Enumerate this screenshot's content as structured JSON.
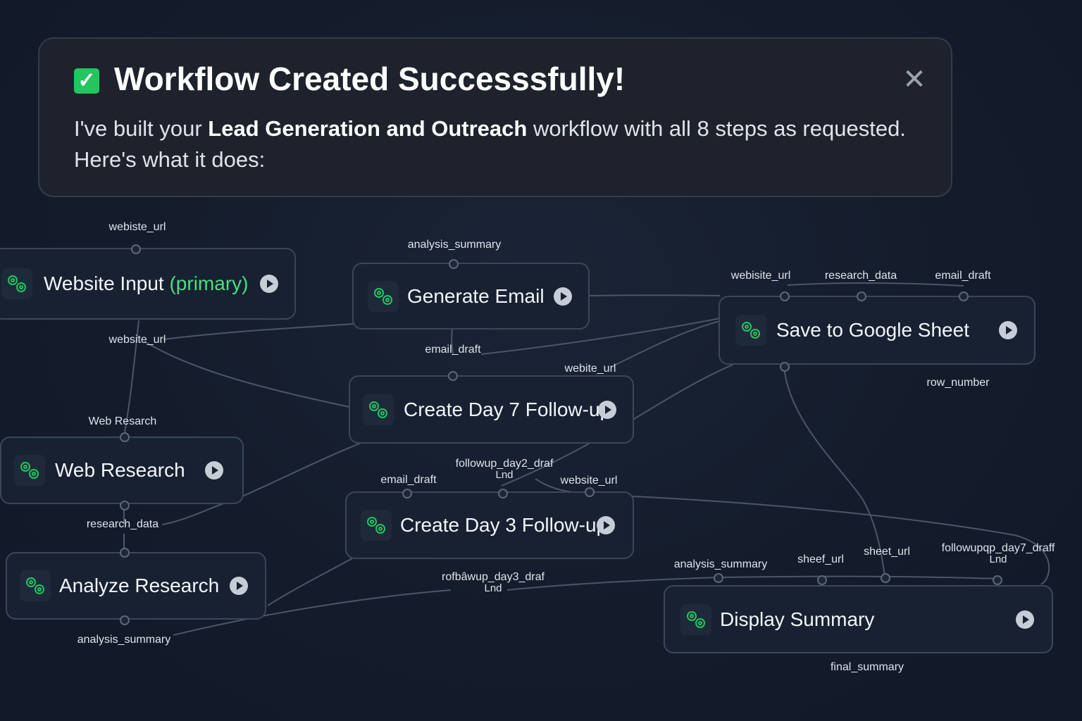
{
  "banner": {
    "title": "Workflow Created Successsfully!",
    "desc_before": "I've built your ",
    "workflow_name": "Lead Generation and Outreach",
    "desc_after": " workflow with all 8 steps as requested. Here's what it does:",
    "check_icon": "check-square-icon",
    "close_icon": "close-icon",
    "colors": {
      "check": "#22c55e",
      "accent": "#4ade80"
    }
  },
  "nodes": {
    "website_input": {
      "label": "Website Input",
      "tag": "(primary)"
    },
    "generate_email": {
      "label": "Generate Email"
    },
    "save_sheet": {
      "label": "Save to Google Sheet"
    },
    "day7": {
      "label": "Create Day 7 Follow-up"
    },
    "web_research": {
      "label": "Web Research"
    },
    "day3": {
      "label": "Create Day 3 Follow-up"
    },
    "analyze": {
      "label": "Analyze Research"
    },
    "display": {
      "label": "Display Summary"
    }
  },
  "ports": {
    "l1": "webiste_url",
    "l2": "website_url",
    "l3": "analysis_summary",
    "l4": "email_draft",
    "l5": "webite_url",
    "l6": "webisite_url",
    "l7": "research_data",
    "l8": "email_draft",
    "l9": "row_number",
    "l10": "Web Resarch",
    "l11": "research_data",
    "l12": "followup_day2_draf",
    "l12_sub": "Lnd",
    "l13": "email_draft",
    "l14": "website_url",
    "l15": "rofbâwup_day3_draf",
    "l15_sub": "Lnd",
    "l16": "analysis_summary",
    "l17": "analysis_summary",
    "l18": "sheef_url",
    "l19": "sheet_url",
    "l20": "followupqp_day7_draff",
    "l20_sub": "Lnd",
    "l21": "final_summary"
  }
}
